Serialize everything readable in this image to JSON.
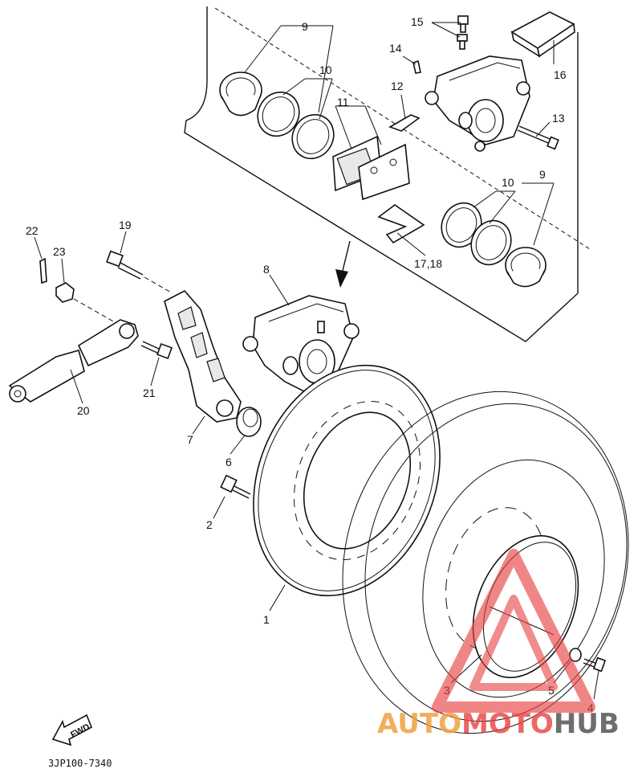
{
  "callouts": {
    "p1": "1",
    "p2": "2",
    "p3": "3",
    "p4": "4",
    "p5": "5",
    "p6": "6",
    "p7": "7",
    "p8": "8",
    "p9_top": "9",
    "p9_right": "9",
    "p10_top": "10",
    "p10_right": "10",
    "p11": "11",
    "p12": "12",
    "p13": "13",
    "p14": "14",
    "p15": "15",
    "p16": "16",
    "p17_18": "17,18",
    "p19": "19",
    "p20": "20",
    "p21": "21",
    "p22": "22",
    "p23": "23"
  },
  "fwd_label": "FWD",
  "diagram_code": "3JP100-7340",
  "watermark": {
    "part1": "AUTO",
    "part2": "MOTO",
    "part3": "HUB",
    "color_orange": "#f0a040",
    "color_red": "#e84040",
    "color_gray": "#555555"
  }
}
